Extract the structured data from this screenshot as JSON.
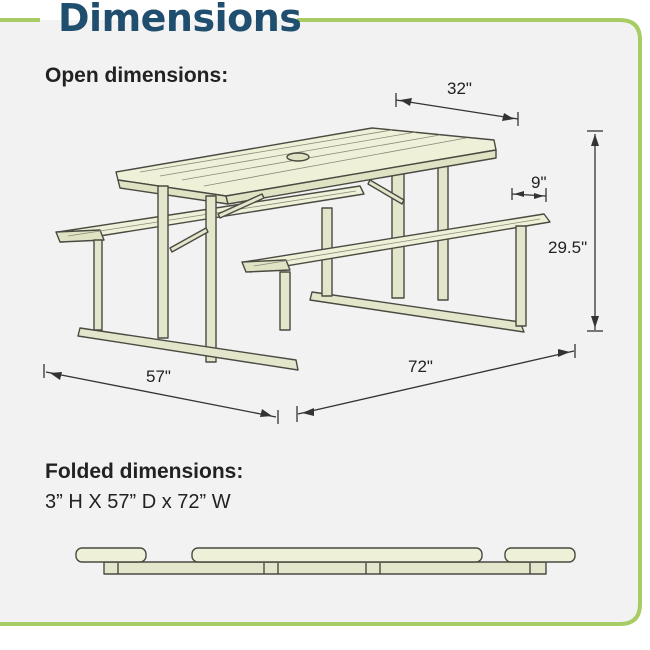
{
  "title": "Dimensions",
  "open": {
    "heading": "Open dimensions:",
    "depth": "32\"",
    "seat_width": "9\"",
    "height": "29.5\"",
    "bench_span": "57\"",
    "length": "72\""
  },
  "folded": {
    "heading": "Folded dimensions:",
    "spec": "3” H X 57” D x 72” W"
  },
  "colors": {
    "frame_green": "#a7cc63",
    "background": "#f2f2f2",
    "title_blue": "#1f4e6e",
    "table_fill": "#eef1d8"
  }
}
